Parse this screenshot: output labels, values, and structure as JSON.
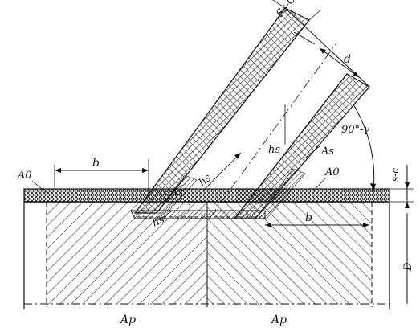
{
  "diagram": {
    "labels": {
      "ss_c": "Ss-C",
      "d": "d",
      "angle": "90°-γ",
      "s_c": "s-c",
      "A0_left": "A0",
      "b_left": "b",
      "As_upper": "As",
      "hs_middle": "hs",
      "hs_right": "hs",
      "As_right": "As",
      "A0_right": "A0",
      "hs_bottom": "hs",
      "b_right": "b",
      "D": "D",
      "Ap_left": "Ap",
      "Ap_right": "Ap"
    }
  }
}
